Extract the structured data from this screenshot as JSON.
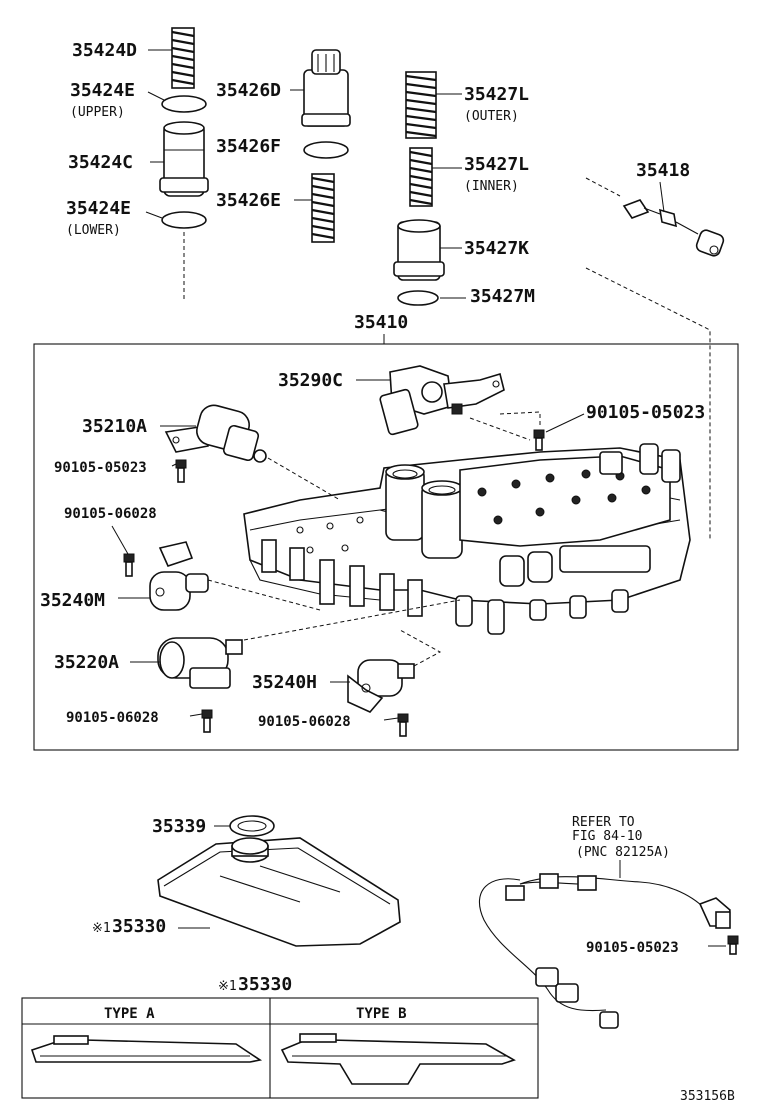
{
  "labels": {
    "p35424D": "35424D",
    "p35424E_upper": "35424E",
    "upper": "(UPPER)",
    "p35424C": "35424C",
    "p35424E_lower": "35424E",
    "lower": "(LOWER)",
    "p35426D": "35426D",
    "p35426F": "35426F",
    "p35426E": "35426E",
    "p35427L_outer": "35427L",
    "outer": "(OUTER)",
    "p35427L_inner": "35427L",
    "inner": "(INNER)",
    "p35427K": "35427K",
    "p35427M": "35427M",
    "p35418": "35418",
    "p35410": "35410",
    "p35290C": "35290C",
    "p35210A": "35210A",
    "p90105_05023_a": "90105-05023",
    "p90105_05023_b": "90105-05023",
    "p90105_06028_a": "90105-06028",
    "p35240M": "35240M",
    "p35220A": "35220A",
    "p35240H": "35240H",
    "p90105_06028_b": "90105-06028",
    "p90105_06028_c": "90105-06028",
    "p35339": "35339",
    "p35330_main": "35330",
    "mark_main": "※1",
    "refer_line1": "REFER TO",
    "refer_line2": "FIG 84-10",
    "refer_line3": "(PNC 82125A)",
    "p90105_05023_c": "90105-05023",
    "p35330_types": "35330",
    "mark_types": "※1",
    "type_a": "TYPE A",
    "type_b": "TYPE B",
    "drawing_code": "353156B"
  },
  "colors": {
    "line": "#111111",
    "background": "#ffffff"
  }
}
